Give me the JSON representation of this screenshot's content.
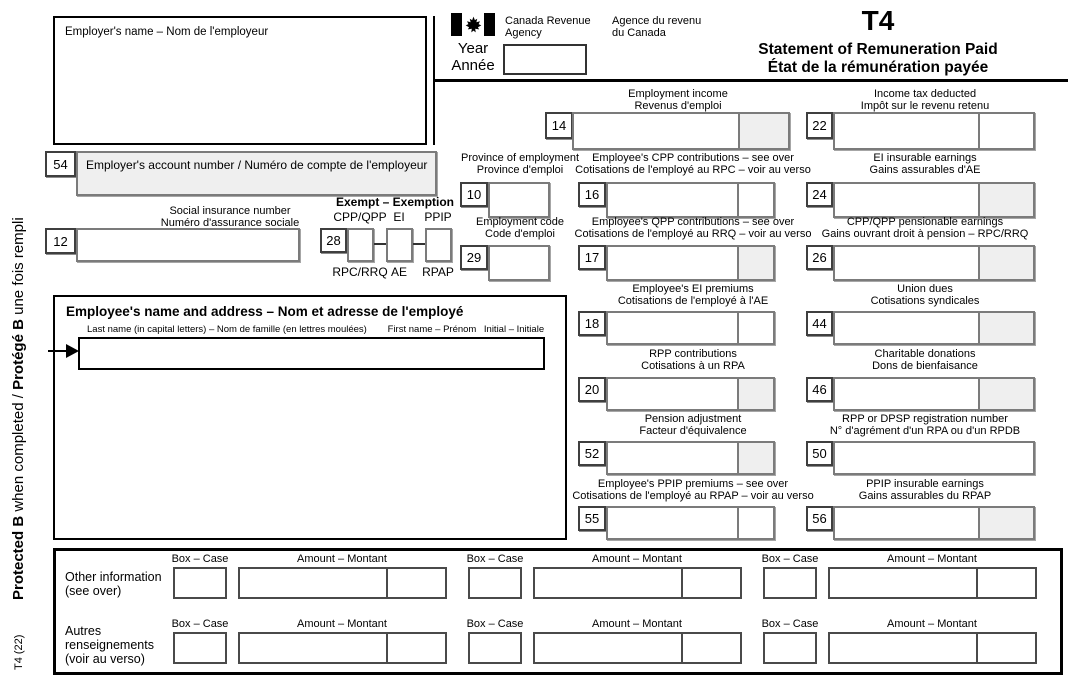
{
  "side": {
    "protected_en": "Protected B",
    "protected_mid": " when completed / ",
    "protected_fr": "Protégé B",
    "protected_end": " une fois rempli",
    "form_code": "T4 (22)"
  },
  "header": {
    "agency_en_1": "Canada Revenue",
    "agency_en_2": "Agency",
    "agency_fr_1": "Agence du revenu",
    "agency_fr_2": "du Canada",
    "year_en": "Year",
    "year_fr": "Année",
    "title": "T4",
    "subtitle_en": "Statement of Remuneration Paid",
    "subtitle_fr": "État de la rémunération payée"
  },
  "employer": {
    "name_label": "Employer's name – Nom de l'employeur",
    "account_num": "54",
    "account_label": "Employer's account number / Numéro de compte de l'employeur",
    "sin_num": "12",
    "sin_en": "Social insurance number",
    "sin_fr": "Numéro d'assurance sociale",
    "exempt_num": "28",
    "exempt_title": "Exempt – Exemption",
    "exempt_cols": [
      {
        "top": "CPP/QPP",
        "bottom": "RPC/RRQ"
      },
      {
        "top": "EI",
        "bottom": "AE"
      },
      {
        "top": "PPIP",
        "bottom": "RPAP"
      }
    ]
  },
  "employee": {
    "title": "Employee's name and address – Nom et adresse de l'employé",
    "last_name_label": "Last name (in capital letters) – Nom de famille (en lettres moulées)",
    "first_name_label": "First name – Prénom",
    "initial_label": "Initial – Initiale"
  },
  "boxes": {
    "b10": {
      "num": "10",
      "en": "Province of employment",
      "fr": "Province d'emploi"
    },
    "b29": {
      "num": "29",
      "en": "Employment code",
      "fr": "Code d'emploi"
    },
    "b14": {
      "num": "14",
      "en": "Employment income",
      "fr": "Revenus d'emploi"
    },
    "b22": {
      "num": "22",
      "en": "Income tax deducted",
      "fr": "Impôt sur le revenu retenu"
    },
    "b16": {
      "num": "16",
      "en": "Employee's CPP contributions – see over",
      "fr": "Cotisations de l'employé au RPC – voir au verso"
    },
    "b24": {
      "num": "24",
      "en": "EI insurable earnings",
      "fr": "Gains assurables d'AE"
    },
    "b17": {
      "num": "17",
      "en": "Employee's QPP contributions – see over",
      "fr": "Cotisations de l'employé au RRQ – voir au verso"
    },
    "b26": {
      "num": "26",
      "en": "CPP/QPP pensionable earnings",
      "fr": "Gains ouvrant droit à pension – RPC/RRQ"
    },
    "b18": {
      "num": "18",
      "en": "Employee's EI premiums",
      "fr": "Cotisations de l'employé à l'AE"
    },
    "b44": {
      "num": "44",
      "en": "Union dues",
      "fr": "Cotisations syndicales"
    },
    "b20": {
      "num": "20",
      "en": "RPP contributions",
      "fr": "Cotisations à un RPA"
    },
    "b46": {
      "num": "46",
      "en": "Charitable donations",
      "fr": "Dons de bienfaisance"
    },
    "b52": {
      "num": "52",
      "en": "Pension adjustment",
      "fr": "Facteur d'équivalence"
    },
    "b50": {
      "num": "50",
      "en": "RPP or DPSP registration number",
      "fr": "N° d'agrément d'un RPA ou d'un RPDB"
    },
    "b55": {
      "num": "55",
      "en": "Employee's PPIP premiums – see over",
      "fr": "Cotisations de l'employé au RPAP – voir au verso"
    },
    "b56": {
      "num": "56",
      "en": "PPIP insurable earnings",
      "fr": "Gains assurables du RPAP"
    }
  },
  "other_info": {
    "row1_1": "Other information",
    "row1_2": "(see over)",
    "row2_1": "Autres",
    "row2_2": "renseignements",
    "row2_3": "(voir au verso)",
    "box_case": "Box – Case",
    "amount": "Amount – Montant"
  },
  "colors": {
    "shaded_fill": "#efefef",
    "field_border": "#7b7b7b",
    "ink": "#000000"
  }
}
